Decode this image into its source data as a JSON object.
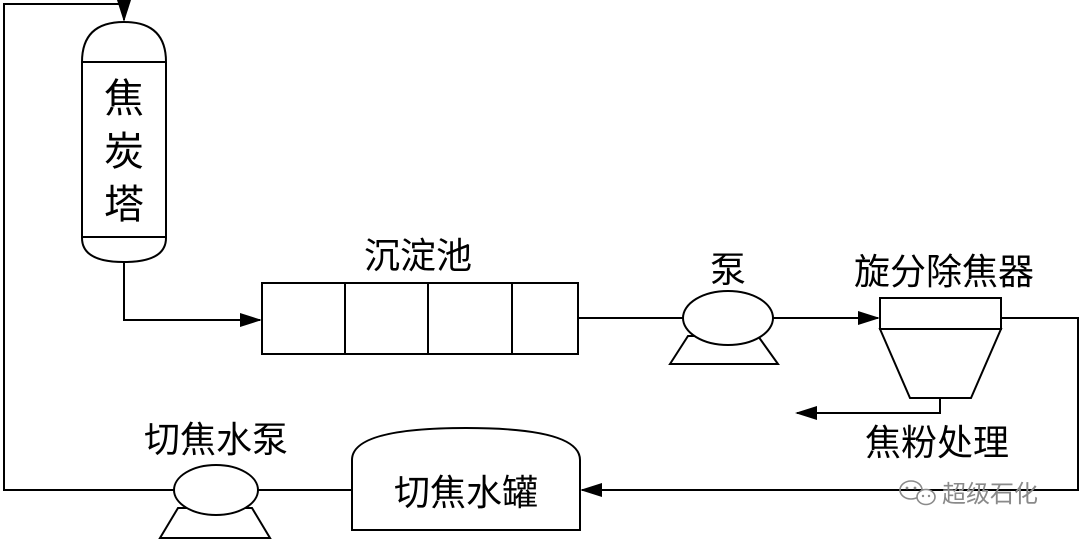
{
  "labels": {
    "coke_tower": [
      "焦",
      "炭",
      "塔"
    ],
    "settling_tank": "沉淀池",
    "pump": "泵",
    "hydrocyclone": "旋分除焦器",
    "coke_powder": "焦粉处理",
    "cutting_pump": "切焦水泵",
    "cutting_tank": "切焦水罐"
  },
  "watermark": {
    "text": "超级石化",
    "icon": "wechat-icon"
  },
  "colors": {
    "line": "#000000",
    "background": "#ffffff",
    "watermark": "#8a8a8a"
  }
}
